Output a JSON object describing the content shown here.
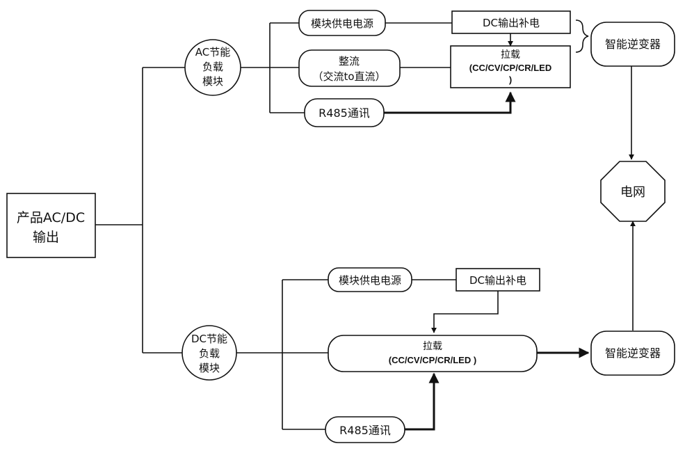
{
  "source": {
    "line1": "产品AC/DC",
    "line2": "输出"
  },
  "ac_module": {
    "line1": "AC节能",
    "line2": "负载",
    "line3": "模块",
    "power_supply": "模块供电电源",
    "rectifier_line1": "整流",
    "rectifier_line2": "（交流to直流）",
    "rs485": "R485通讯",
    "dc_aux": "DC输出补电",
    "load_title": "拉载",
    "load_modes_line1": "(CC/CV/CP/CR/LED",
    "load_modes_line2": ")",
    "inverter": "智能逆变器"
  },
  "dc_module": {
    "line1": "DC节能",
    "line2": "负载",
    "line3": "模块",
    "power_supply": "模块供电电源",
    "dc_aux": "DC输出补电",
    "load_title": "拉载",
    "load_modes": "(CC/CV/CP/CR/LED  )",
    "rs485": "R485通讯",
    "inverter": "智能逆变器"
  },
  "grid": {
    "label": "电网"
  }
}
